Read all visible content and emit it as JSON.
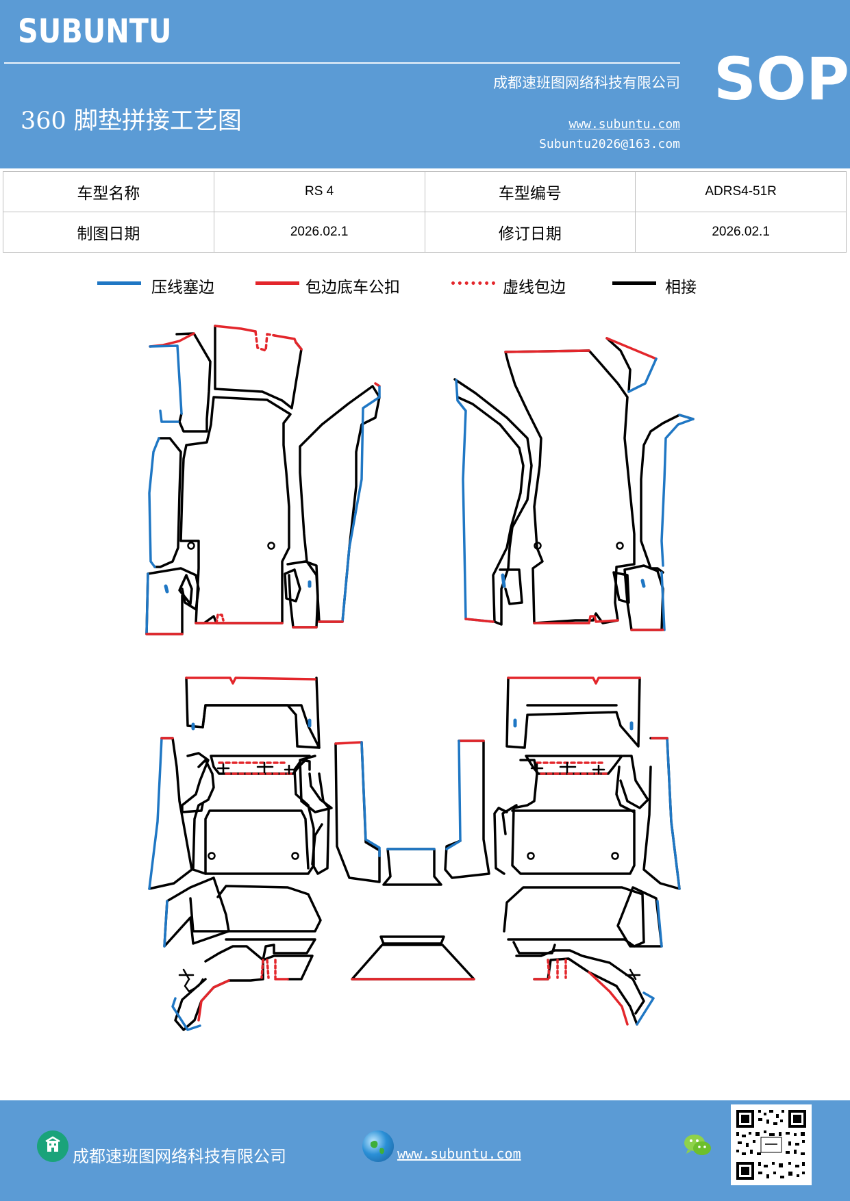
{
  "header": {
    "brand": "SUBUNTU",
    "sop": "SOP",
    "company": "成都速班图网络科技有限公司",
    "title": "360 脚垫拼接工艺图",
    "website": "www.subuntu.com",
    "email": "Subuntu2026@163.com"
  },
  "info_table": {
    "model_name_label": "车型名称",
    "model_name_value": "RS 4",
    "model_code_label": "车型编号",
    "model_code_value": "ADRS4-51R",
    "draw_date_label": "制图日期",
    "draw_date_value": "2026.02.1",
    "revise_date_label": "修订日期",
    "revise_date_value": "2026.02.1"
  },
  "legend": [
    {
      "label": "压线塞边",
      "color": "#1f77c4",
      "style": "solid"
    },
    {
      "label": "包边底车公扣",
      "color": "#e3262b",
      "style": "solid"
    },
    {
      "label": "虚线包边",
      "color": "#e3262b",
      "style": "dashed"
    },
    {
      "label": "相接",
      "color": "#000000",
      "style": "solid"
    }
  ],
  "colors": {
    "banner": "#5b9bd5",
    "press_line": "#1f77c4",
    "hem_line": "#e3262b",
    "join_line": "#000000"
  },
  "footer": {
    "company": "成都速班图网络科技有限公司",
    "website": "www.subuntu.com",
    "company_icon": "building-icon",
    "website_icon": "globe-icon",
    "wechat_icon": "wechat-icon",
    "qr_icon": "qr-code-icon"
  }
}
